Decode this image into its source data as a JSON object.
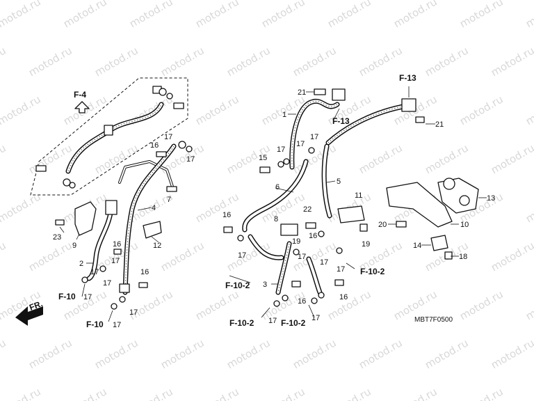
{
  "watermark": "motod.ru",
  "diagram_code": "MBT7F0500",
  "front_marker": "FR.",
  "refs": {
    "f4": "F-4",
    "f13_top": "F-13",
    "f13_mid": "F-13",
    "f10_a": "F-10",
    "f10_b": "F-10",
    "f102_a": "F-10-2",
    "f102_b": "F-10-2",
    "f102_c": "F-10-2",
    "f102_d": "F-10-2"
  },
  "callouts": {
    "c1": "1",
    "c2": "2",
    "c3": "3",
    "c4": "4",
    "c5": "5",
    "c6": "6",
    "c7": "7",
    "c8": "8",
    "c9": "9",
    "c10": "10",
    "c11": "11",
    "c12": "12",
    "c13": "13",
    "c14": "14",
    "c15": "15",
    "c16a": "16",
    "c16b": "16",
    "c16c": "16",
    "c16d": "16",
    "c16e": "16",
    "c16f": "16",
    "c16g": "16",
    "c17a": "17",
    "c17b": "17",
    "c17c": "17",
    "c17d": "17",
    "c17e": "17",
    "c17f": "17",
    "c17g": "17",
    "c17h": "17",
    "c17i": "17",
    "c17j": "17",
    "c17k": "17",
    "c17l": "17",
    "c17m": "17",
    "c17n": "17",
    "c17o": "17",
    "c17p": "17",
    "c17q": "17",
    "c18": "18",
    "c19a": "19",
    "c19b": "19",
    "c20": "20",
    "c21a": "21",
    "c21b": "21",
    "c22": "22",
    "c23": "23"
  }
}
